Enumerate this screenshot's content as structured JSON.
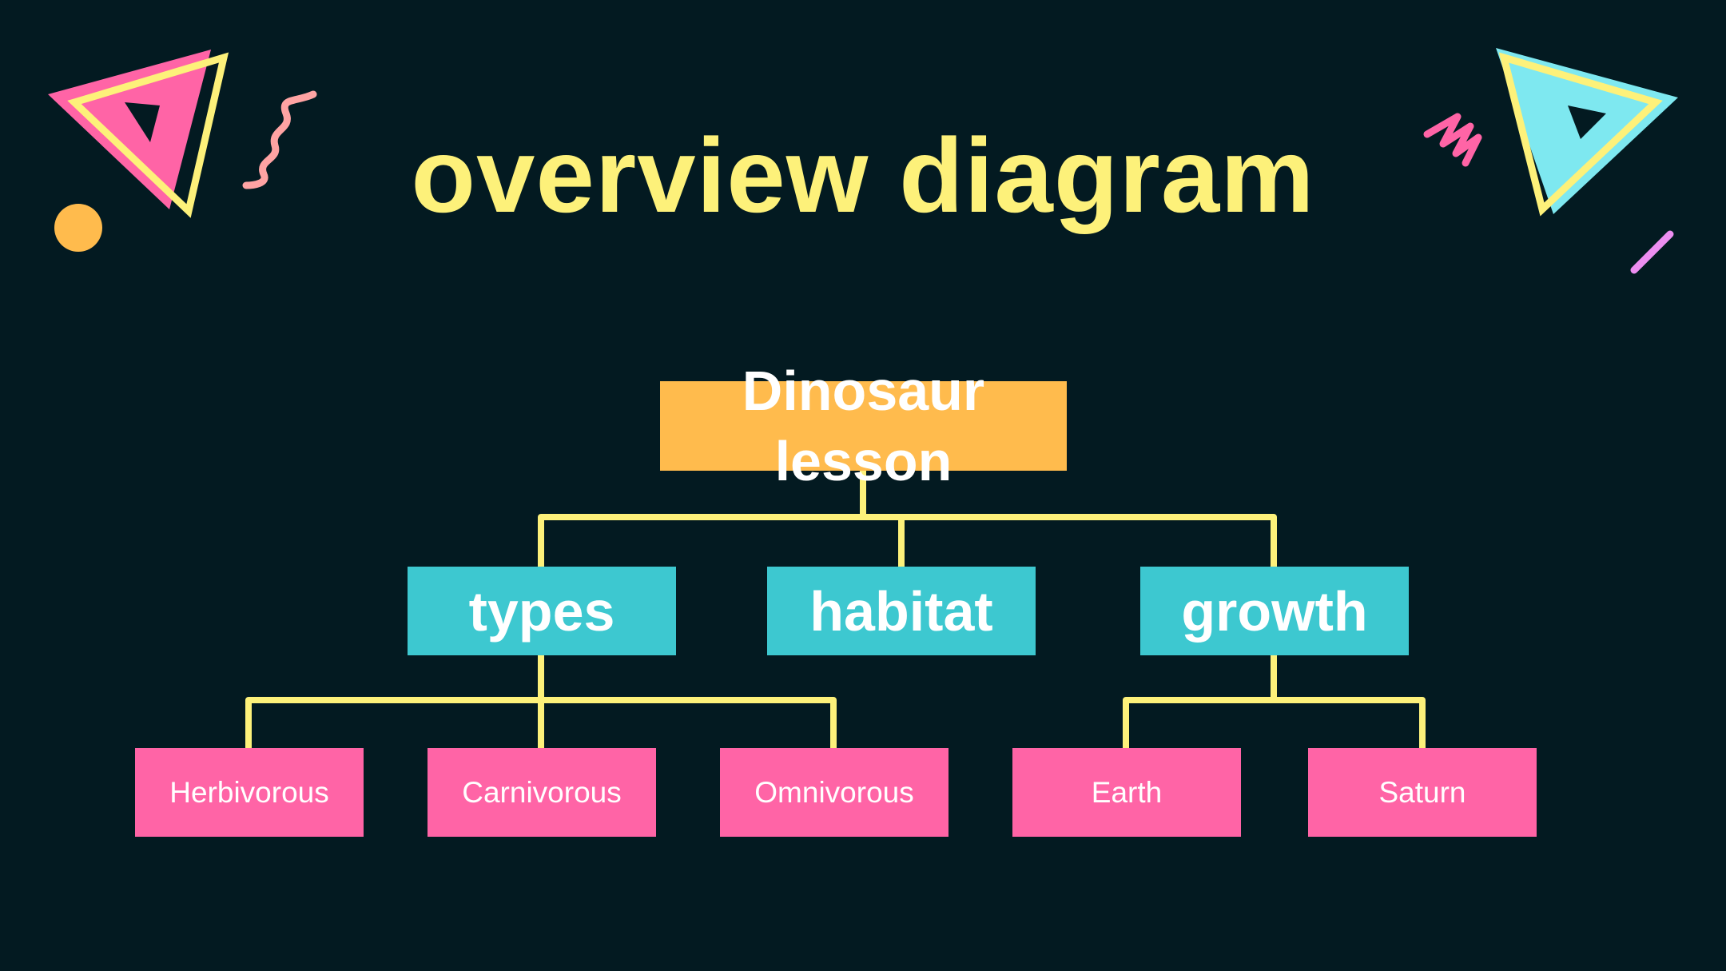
{
  "title": "overview diagram",
  "colors": {
    "background": "#031a21",
    "title": "#fdf17a",
    "root": "#ffbb4d",
    "branch": "#3dc8d0",
    "leaf": "#ff64a6",
    "connector": "#fdf17a"
  },
  "diagram": {
    "root": "Dinosaur lesson",
    "branches": [
      {
        "label": "types",
        "children": [
          "Herbivorous",
          "Carnivorous",
          "Omnivorous"
        ]
      },
      {
        "label": "habitat",
        "children": []
      },
      {
        "label": "growth",
        "children": [
          "Earth",
          "Saturn"
        ]
      }
    ]
  }
}
